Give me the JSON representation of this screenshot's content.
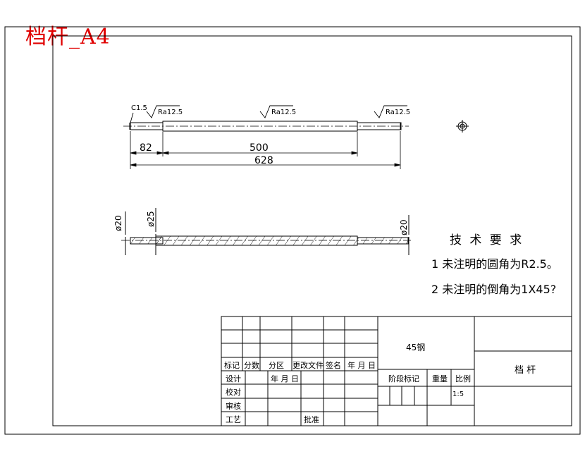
{
  "title": "档杆_A4",
  "drawing": {
    "chamfer_label": "C1.5",
    "roughness": [
      "Ra12.5",
      "Ra12.5",
      "Ra12.5"
    ],
    "dimensions": {
      "d82": "82",
      "d500": "500",
      "d628": "628"
    },
    "diameters": {
      "left": "ø20",
      "mid": "ø25",
      "right": "ø20"
    }
  },
  "technical_requirements": {
    "heading": "技 术 要 求",
    "item1": "1 未注明的圆角为R2.5。",
    "item2": "2 未注明的倒角为1X45?"
  },
  "title_block": {
    "material": "45钢",
    "part_name": "档 杆",
    "headers": {
      "biaoji": "标记",
      "fenshu": "分数",
      "fenqu": "分区",
      "genggai": "更改文件",
      "qianming": "签名",
      "nianyueri": "年 月 日"
    },
    "rows": {
      "sheji": "设计",
      "nianyueri2": "年 月 日",
      "jiaodui": "校对",
      "shenhe": "审核",
      "gongyi": "工艺",
      "pizhun": "批准"
    },
    "stage_label": "阶段标记",
    "weight_label": "重量",
    "scale_label": "比例",
    "scale_value": "1:5"
  }
}
